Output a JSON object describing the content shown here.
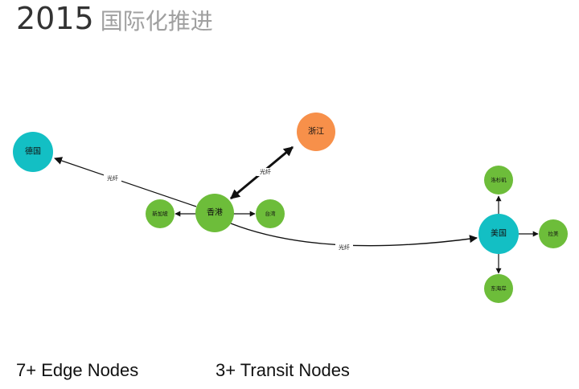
{
  "title": {
    "year": "2015",
    "subtitle": "国际化推进"
  },
  "colors": {
    "teal": "#13bfc4",
    "orange": "#f7904a",
    "green": "#6dbd3a"
  },
  "nodes": {
    "germany": "德国",
    "zhejiang": "浙江",
    "hongkong": "香港",
    "singapore": "新加坡",
    "taiwan": "台湾",
    "usa": "美国",
    "los_angeles": "洛杉矶",
    "east_coast": "东海岸",
    "latin_america": "拉美"
  },
  "edge_labels": {
    "hk_germany": "光纤",
    "hk_zhejiang": "光纤",
    "hk_usa": "光纤"
  },
  "footer": {
    "edge_nodes": "7+ Edge Nodes",
    "transit_nodes": "3+ Transit Nodes"
  }
}
